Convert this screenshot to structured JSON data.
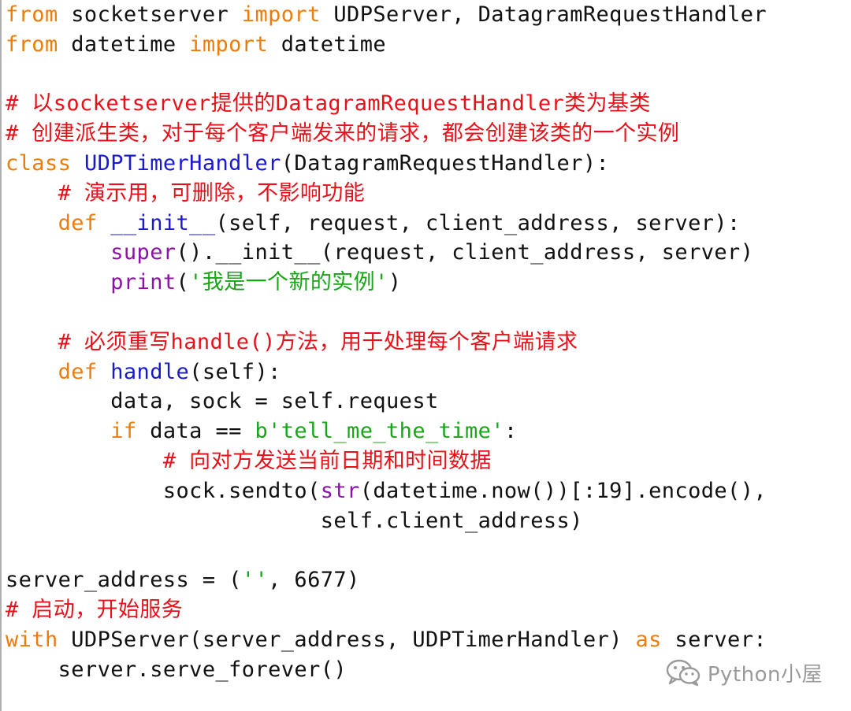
{
  "code_lines": [
    [
      {
        "t": "kw",
        "v": "from"
      },
      {
        "t": "tx",
        "v": " socketserver "
      },
      {
        "t": "kw",
        "v": "import"
      },
      {
        "t": "tx",
        "v": " UDPServer, DatagramRequestHandler"
      }
    ],
    [
      {
        "t": "kw",
        "v": "from"
      },
      {
        "t": "tx",
        "v": " datetime "
      },
      {
        "t": "kw",
        "v": "import"
      },
      {
        "t": "tx",
        "v": " datetime"
      }
    ],
    [],
    [
      {
        "t": "cm",
        "v": "# 以socketserver提供的DatagramRequestHandler类为基类"
      }
    ],
    [
      {
        "t": "cm",
        "v": "# 创建派生类，对于每个客户端发来的请求，都会创建该类的一个实例"
      }
    ],
    [
      {
        "t": "kw",
        "v": "class"
      },
      {
        "t": "tx",
        "v": " "
      },
      {
        "t": "cls",
        "v": "UDPTimerHandler"
      },
      {
        "t": "tx",
        "v": "(DatagramRequestHandler):"
      }
    ],
    [
      {
        "t": "tx",
        "v": "    "
      },
      {
        "t": "cm",
        "v": "# 演示用，可删除，不影响功能"
      }
    ],
    [
      {
        "t": "tx",
        "v": "    "
      },
      {
        "t": "kw",
        "v": "def"
      },
      {
        "t": "tx",
        "v": " "
      },
      {
        "t": "fn",
        "v": "__init__"
      },
      {
        "t": "tx",
        "v": "(self, request, client_address, server):"
      }
    ],
    [
      {
        "t": "tx",
        "v": "        "
      },
      {
        "t": "bi",
        "v": "super"
      },
      {
        "t": "tx",
        "v": "().__init__(request, client_address, server)"
      }
    ],
    [
      {
        "t": "tx",
        "v": "        "
      },
      {
        "t": "bi",
        "v": "print"
      },
      {
        "t": "tx",
        "v": "("
      },
      {
        "t": "str",
        "v": "'我是一个新的实例'"
      },
      {
        "t": "tx",
        "v": ")"
      }
    ],
    [],
    [
      {
        "t": "tx",
        "v": "    "
      },
      {
        "t": "cm",
        "v": "# 必须重写handle()方法，用于处理每个客户端请求"
      }
    ],
    [
      {
        "t": "tx",
        "v": "    "
      },
      {
        "t": "kw",
        "v": "def"
      },
      {
        "t": "tx",
        "v": " "
      },
      {
        "t": "fn",
        "v": "handle"
      },
      {
        "t": "tx",
        "v": "(self):"
      }
    ],
    [
      {
        "t": "tx",
        "v": "        data, sock = self.request"
      }
    ],
    [
      {
        "t": "tx",
        "v": "        "
      },
      {
        "t": "kw",
        "v": "if"
      },
      {
        "t": "tx",
        "v": " data == "
      },
      {
        "t": "str",
        "v": "b'tell_me_the_time'"
      },
      {
        "t": "tx",
        "v": ":"
      }
    ],
    [
      {
        "t": "tx",
        "v": "            "
      },
      {
        "t": "cm",
        "v": "# 向对方发送当前日期和时间数据"
      }
    ],
    [
      {
        "t": "tx",
        "v": "            sock.sendto("
      },
      {
        "t": "bi",
        "v": "str"
      },
      {
        "t": "tx",
        "v": "(datetime.now())[:19].encode(),"
      }
    ],
    [
      {
        "t": "tx",
        "v": "                        self.client_address)"
      }
    ],
    [],
    [
      {
        "t": "tx",
        "v": "server_address = ("
      },
      {
        "t": "str",
        "v": "''"
      },
      {
        "t": "tx",
        "v": ", 6677)"
      }
    ],
    [
      {
        "t": "cm",
        "v": "# 启动，开始服务"
      }
    ],
    [
      {
        "t": "kw",
        "v": "with"
      },
      {
        "t": "tx",
        "v": " UDPServer(server_address, UDPTimerHandler) "
      },
      {
        "t": "kw",
        "v": "as"
      },
      {
        "t": "tx",
        "v": " server:"
      }
    ],
    [
      {
        "t": "tx",
        "v": "    server.serve_forever()"
      }
    ]
  ],
  "watermark": {
    "text": "Python小屋",
    "icon": "wechat-icon"
  },
  "colors": {
    "keyword": "#ee7c0b",
    "comment": "#e8111a",
    "class_name": "#1a1acd",
    "function_name": "#1a1acd",
    "builtin": "#8c12a8",
    "string": "#18a518",
    "text": "#111111"
  }
}
